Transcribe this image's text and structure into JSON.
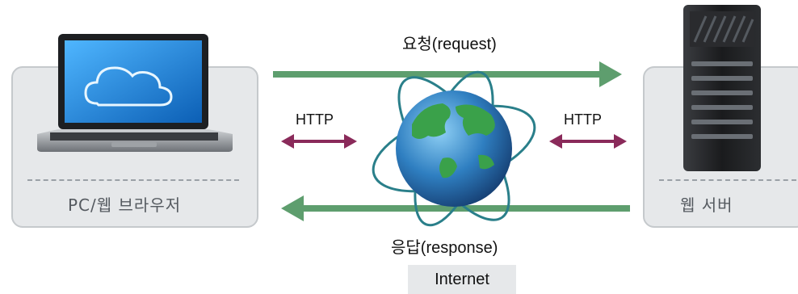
{
  "left_node": {
    "label": "PC/웹 브라우저"
  },
  "right_node": {
    "label": "웹 서버"
  },
  "top_flow": {
    "label": "요청(request)"
  },
  "bottom_flow": {
    "label": "응답(response)"
  },
  "left_protocol": {
    "label": "HTTP"
  },
  "right_protocol": {
    "label": "HTTP"
  },
  "network": {
    "label": "Internet"
  },
  "colors": {
    "flow_arrow": "#5e9e6e",
    "protocol_arrow": "#8a2a5a",
    "panel": "#e6e8ea",
    "globe_ocean": "#2f7fc1",
    "orbit": "#2a7f8a"
  },
  "icons": [
    "laptop-cloud-icon",
    "server-tower-icon",
    "globe-icon"
  ]
}
